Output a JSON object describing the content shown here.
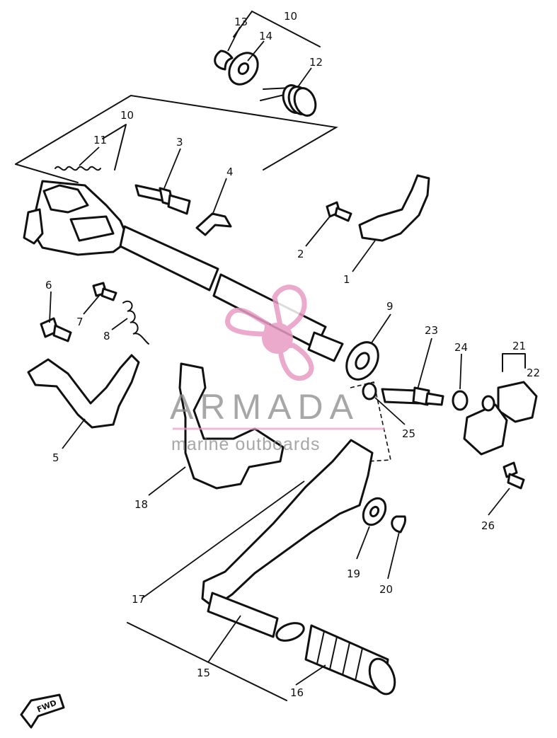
{
  "diagram": {
    "callouts": [
      "13",
      "10",
      "14",
      "12",
      "10",
      "11",
      "3",
      "4",
      "2",
      "1",
      "6",
      "7",
      "8",
      "9",
      "23",
      "24",
      "21",
      "22",
      "5",
      "25",
      "18",
      "26",
      "19",
      "20",
      "17",
      "15",
      "16"
    ]
  },
  "watermark": {
    "brand": "ARMADA",
    "tagline": "marine outboards",
    "color": "#e89cc4"
  },
  "badge": {
    "text": "FWD"
  },
  "colors": {
    "line": "#111111",
    "background": "#ffffff"
  }
}
